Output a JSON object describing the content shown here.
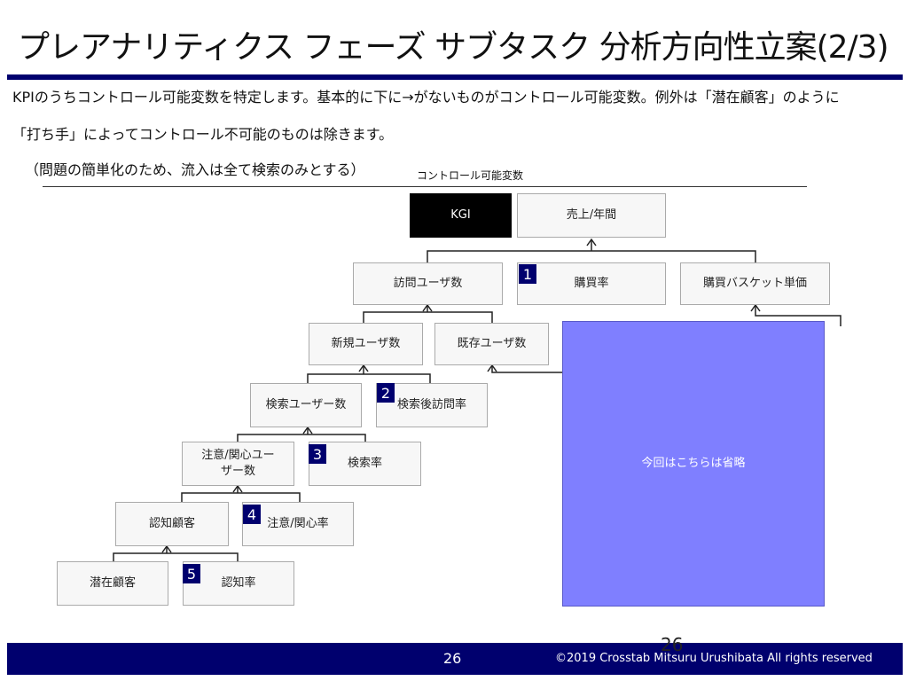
{
  "title": "プレアナリティクス フェーズ サブタスク 分析方向性立案(2/3)",
  "description": {
    "line1": "KPIのうちコントロール可能変数を特定します。基本的に下に→がないものがコントロール可能変数。例外は「潜在顧客」のように",
    "line2": "「打ち手」によってコントロール不可能のものは除きます。",
    "note": "（問題の簡単化のため、流入は全て検索のみとする）"
  },
  "legend": {
    "label": "コントロール可能変数"
  },
  "nodes": {
    "kgi": "KGI",
    "revenue": "売上/年間",
    "visit_users": "訪問ユーザ数",
    "purchase_rate": "購買率",
    "basket_price": "購買バスケット単価",
    "new_users": "新規ユーザ数",
    "existing_users": "既存ユーザ数",
    "search_users": "検索ユーザー数",
    "post_search_visit_rate": "検索後訪問率",
    "attention_users": "注意/関心ユー\nザー数",
    "search_rate": "検索率",
    "aware_customers": "認知顧客",
    "attention_rate": "注意/関心率",
    "latent_customers": "潜在顧客",
    "awareness_rate": "認知率",
    "omitted": "今回はこちらは省略"
  },
  "badges": [
    "1",
    "2",
    "3",
    "4",
    "5"
  ],
  "colors": {
    "navy": "#00006e",
    "omitted_fill": "#7f7fff",
    "kgi_fill": "#000000"
  },
  "footer": {
    "page": "26",
    "copyright": "©2019  Crosstab Mitsuru Urushibata All rights reserved",
    "ghost_page": "26"
  }
}
